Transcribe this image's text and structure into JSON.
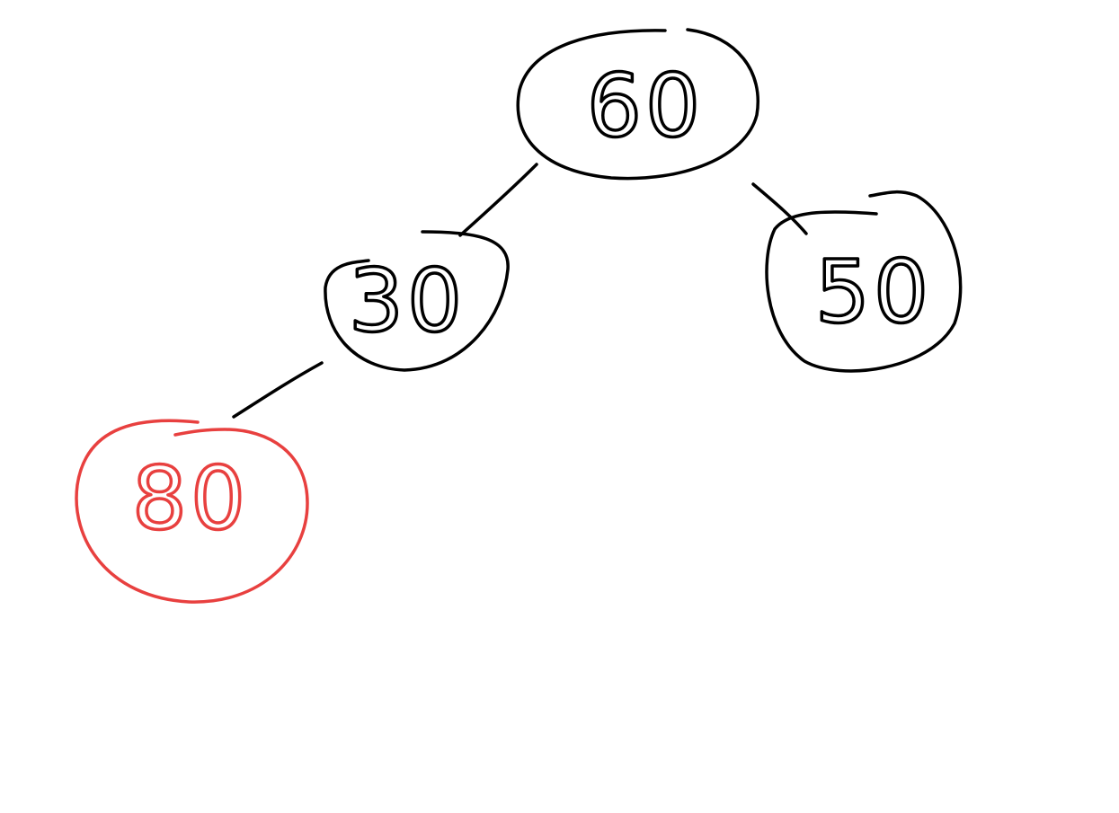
{
  "diagram": {
    "type": "binary-tree",
    "colors": {
      "ink": "#000000",
      "highlight": "#e8403f",
      "background": "#ffffff"
    },
    "nodes": [
      {
        "id": "n60",
        "label": "60",
        "highlighted": false
      },
      {
        "id": "n30",
        "label": "30",
        "highlighted": false
      },
      {
        "id": "n50",
        "label": "50",
        "highlighted": false
      },
      {
        "id": "n80",
        "label": "80",
        "highlighted": true
      }
    ],
    "edges": [
      {
        "from": "n60",
        "to": "n30"
      },
      {
        "from": "n60",
        "to": "n50"
      },
      {
        "from": "n30",
        "to": "n80"
      }
    ]
  }
}
